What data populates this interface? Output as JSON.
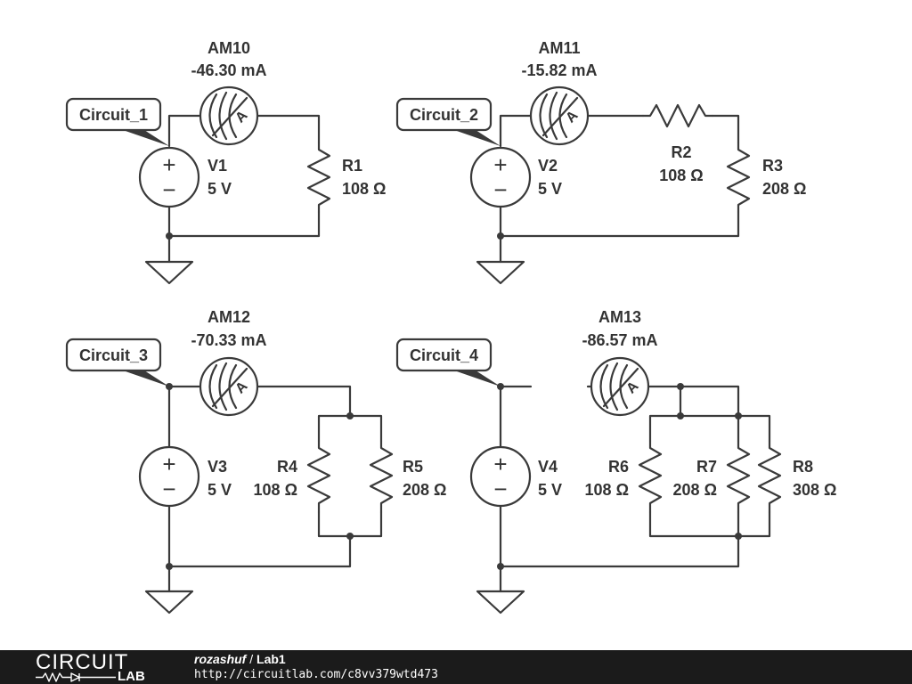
{
  "circuits": [
    {
      "tag": "Circuit_1",
      "ammeter": {
        "name": "AM10",
        "reading": "-46.30 mA"
      },
      "source": {
        "name": "V1",
        "value": "5 V"
      },
      "resistors": [
        {
          "name": "R1",
          "value": "108 Ω"
        }
      ]
    },
    {
      "tag": "Circuit_2",
      "ammeter": {
        "name": "AM11",
        "reading": "-15.82 mA"
      },
      "source": {
        "name": "V2",
        "value": "5 V"
      },
      "resistors": [
        {
          "name": "R2",
          "value": "108 Ω"
        },
        {
          "name": "R3",
          "value": "208 Ω"
        }
      ]
    },
    {
      "tag": "Circuit_3",
      "ammeter": {
        "name": "AM12",
        "reading": "-70.33 mA"
      },
      "source": {
        "name": "V3",
        "value": "5 V"
      },
      "resistors": [
        {
          "name": "R4",
          "value": "108 Ω"
        },
        {
          "name": "R5",
          "value": "208 Ω"
        }
      ]
    },
    {
      "tag": "Circuit_4",
      "ammeter": {
        "name": "AM13",
        "reading": "-86.57 mA"
      },
      "source": {
        "name": "V4",
        "value": "5 V"
      },
      "resistors": [
        {
          "name": "R6",
          "value": "108 Ω"
        },
        {
          "name": "R7",
          "value": "208 Ω"
        },
        {
          "name": "R8",
          "value": "308 Ω"
        }
      ]
    }
  ],
  "symbols": {
    "ammeter_letter": "A",
    "plus": "+",
    "minus": "−"
  },
  "footer": {
    "logo_top": "CIRCUIT",
    "logo_bottom": "LAB",
    "user": "rozashuf",
    "separator": " / ",
    "project": "Lab1",
    "url": "http://circuitlab.com/c8vv379wtd473"
  }
}
